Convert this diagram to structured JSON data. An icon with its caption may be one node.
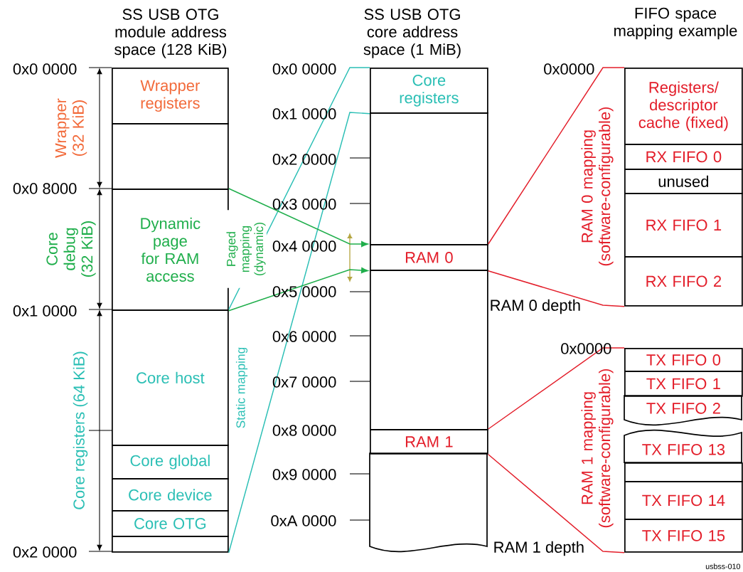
{
  "diagram": {
    "nodes": [
      {
        "text": [
          "Wrapper registers"
        ]
      },
      {
        "text": [],
        "shape": "box"
      },
      {
        "text": [
          "Dynamic page for RAM access"
        ]
      },
      {
        "text": [
          "Core host"
        ]
      },
      {
        "text": [
          "Core global"
        ]
      },
      {
        "text": [
          "Core device"
        ]
      },
      {
        "text": [
          "Core OTG"
        ]
      },
      {
        "text": [],
        "shape": "box"
      },
      {
        "text": [
          "Core registers"
        ]
      },
      {
        "text": [],
        "shape": "box"
      },
      {
        "text": [
          "RAM 0"
        ]
      },
      {
        "text": [],
        "shape": "box"
      },
      {
        "text": [
          "RAM 1"
        ]
      },
      {
        "text": [],
        "shape": "box"
      },
      {
        "text": [
          "Registers/ descriptor cache (fixed)"
        ]
      },
      {
        "text": [
          "RX FIFO 0"
        ]
      },
      {
        "text": [
          "unused"
        ]
      },
      {
        "text": [
          "RX FIFO 1"
        ]
      },
      {
        "text": [
          "RX FIFO 2"
        ]
      },
      {
        "text": [
          "TX FIFO 0"
        ]
      },
      {
        "text": [
          "TX FIFO 1"
        ]
      },
      {
        "text": [
          "TX FIFO 2"
        ]
      },
      {
        "text": [
          "TX FIFO 13"
        ]
      },
      {
        "text": [],
        "shape": "box"
      },
      {
        "text": [
          "TX FIFO 14"
        ]
      },
      {
        "text": [
          "TX FIFO 15"
        ]
      }
    ],
    "edges": [
      {
        "from": 3,
        "to": 8,
        "arrow": "none",
        "color": "#2bbfb5"
      },
      {
        "from": 7,
        "to": 8,
        "arrow": "none",
        "color": "#2bbfb5"
      },
      {
        "from": 2,
        "to": 10,
        "arrow": "to",
        "color": "#1fae4b"
      },
      {
        "from": 2,
        "to": 10,
        "arrow": "to",
        "color": "#1fae4b"
      },
      {
        "from": 10,
        "to": 14,
        "arrow": "none",
        "color": "#e31e2a"
      },
      {
        "from": 10,
        "to": 18,
        "arrow": "none",
        "color": "#e31e2a"
      },
      {
        "from": 12,
        "to": 19,
        "arrow": "none",
        "color": "#e31e2a"
      },
      {
        "from": 12,
        "to": 25,
        "arrow": "none",
        "color": "#e31e2a"
      }
    ],
    "labels": [
      "SS USB OTG module address space (128 KiB)",
      "SS USB OTG core address space (1 MiB)",
      "FIFO space mapping example",
      "0x0 0000",
      "0x0 0000",
      "0x0000",
      "Wrapper (32 KiB)",
      "0x1 0000",
      "0x2 0000",
      "0x0 8000",
      "0x3 0000",
      "RAM 0 mapping (software-configurable)",
      "Core debug (32 KiB)",
      "Paged mapping (dynamic)",
      "0x4 0000",
      "0x5 0000",
      "RAM 0 depth",
      "0x1 0000",
      "0x6 0000",
      "0x0000",
      "Static mapping",
      "0x7 0000",
      "Core registers (64 KiB)",
      "0x8 0000",
      "RAM 1 mapping (software-configurable)",
      "0x9 0000",
      "0xA 0000",
      "RAM 1 depth",
      "0x2 0000",
      "usbss-010"
    ]
  }
}
